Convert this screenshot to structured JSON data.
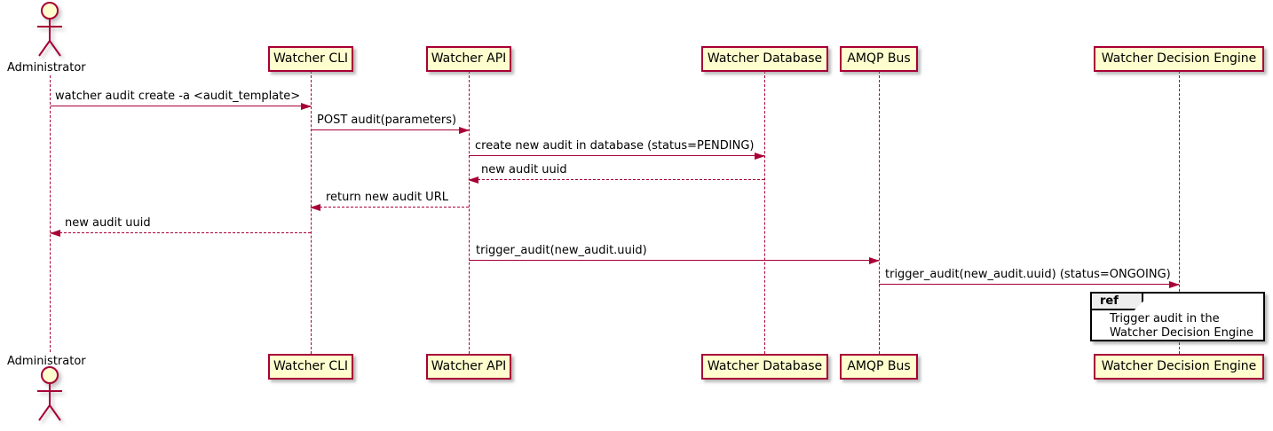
{
  "diagram": {
    "kind": "sequence-diagram",
    "actor": {
      "name": "Administrator",
      "icon": "stick-figure-actor-icon"
    },
    "participants": [
      {
        "name": "Watcher CLI"
      },
      {
        "name": "Watcher API"
      },
      {
        "name": "Watcher Database"
      },
      {
        "name": "AMQP Bus"
      },
      {
        "name": "Watcher Decision Engine"
      }
    ],
    "messages": [
      {
        "from": "Administrator",
        "to": "Watcher CLI",
        "label": "watcher audit create -a <audit_template>",
        "style": "solid"
      },
      {
        "from": "Watcher CLI",
        "to": "Watcher API",
        "label": "POST audit(parameters)",
        "style": "solid"
      },
      {
        "from": "Watcher API",
        "to": "Watcher Database",
        "label": "create new audit in database (status=PENDING)",
        "style": "solid"
      },
      {
        "from": "Watcher Database",
        "to": "Watcher API",
        "label": "new audit uuid",
        "style": "dashed"
      },
      {
        "from": "Watcher API",
        "to": "Watcher CLI",
        "label": "return new audit URL",
        "style": "dashed"
      },
      {
        "from": "Watcher CLI",
        "to": "Administrator",
        "label": "new audit uuid",
        "style": "dashed"
      },
      {
        "from": "Watcher API",
        "to": "AMQP Bus",
        "label": "trigger_audit(new_audit.uuid)",
        "style": "solid"
      },
      {
        "from": "AMQP Bus",
        "to": "Watcher Decision Engine",
        "label": "trigger_audit(new_audit.uuid) (status=ONGOING)",
        "style": "solid"
      }
    ],
    "ref": {
      "keyword": "ref",
      "line1": "Trigger audit in the",
      "line2": "Watcher Decision Engine"
    },
    "colors": {
      "participant_fill": "#FEFECE",
      "participant_border": "#A80036",
      "line": "#A80036",
      "text": "#000000",
      "ref_border": "#000000",
      "ref_tab_fill": "#EEEEEE",
      "background": "#FFFFFF"
    }
  }
}
